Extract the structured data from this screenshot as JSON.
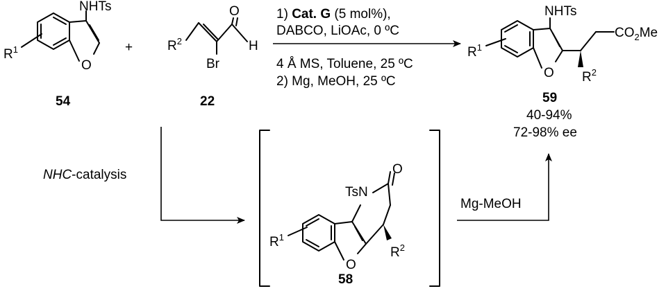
{
  "reactant_benzofuran": {
    "compound_number": "54",
    "nhts": "NHTs",
    "r_group": "R",
    "r_index": "1",
    "ring_o": "O"
  },
  "plus_sign": "+",
  "reactant_aldehyde": {
    "compound_number": "22",
    "r_group": "R",
    "r_index": "2",
    "carbonyl_o": "O",
    "aldehyde_h": "H",
    "bromo": "Br"
  },
  "conditions": {
    "step1_prefix": "1) ",
    "step1_catalyst": "Cat. G",
    "step1_loading": " (5 mol%),",
    "step1_line2": "DABCO, LiOAc, 0 ºC",
    "step1_line3": "4 Å MS, Toluene, 25 ºC",
    "step2": "2) Mg, MeOH, 25 ºC"
  },
  "product": {
    "compound_number": "59",
    "nhts": "NHTs",
    "ester_co": "CO",
    "ester_sub": "2",
    "ester_me": "Me",
    "r1_group": "R",
    "r1_index": "1",
    "r2_group": "R",
    "r2_index": "2",
    "ring_o": "O",
    "yield": "40-94%",
    "ee": "72-98% ee"
  },
  "pathway_label_italic": "NHC",
  "pathway_label_rest": "-catalysis",
  "intermediate": {
    "compound_number": "58",
    "tsn": "TsN",
    "lactam_o": "O",
    "ring_o": "O",
    "r1_group": "R",
    "r1_index": "1",
    "r2_group": "R",
    "r2_index": "2"
  },
  "second_step_label": "Mg-MeOH"
}
